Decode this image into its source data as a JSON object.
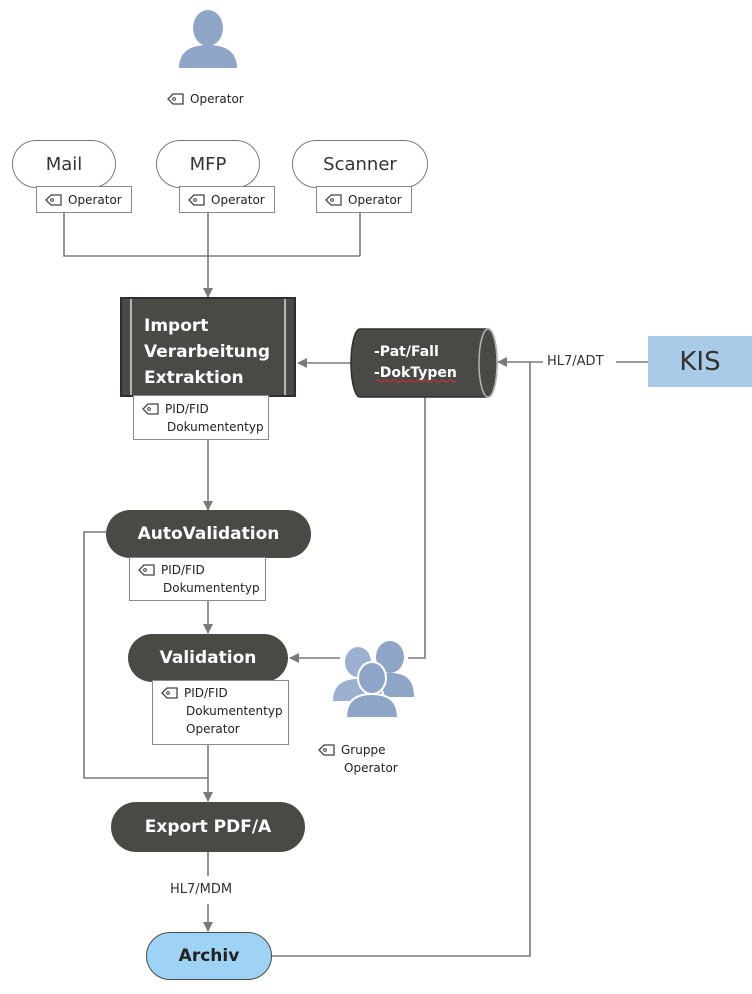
{
  "top_person": {
    "tag": "Operator"
  },
  "sources": [
    {
      "label": "Mail",
      "tag": "Operator"
    },
    {
      "label": "MFP",
      "tag": "Operator"
    },
    {
      "label": "Scanner",
      "tag": "Operator"
    }
  ],
  "import_block": {
    "lines": [
      "Import",
      "Verarbeitung",
      "Extraktion"
    ],
    "tags": [
      "PID/FID",
      "Dokumententyp"
    ]
  },
  "database": {
    "lines": [
      "-Pat/Fall",
      "-DokTypen"
    ]
  },
  "hl7_adt_label": "HL7/ADT",
  "kis_label": "KIS",
  "auto_validation": {
    "label": "AutoValidation",
    "tags": [
      "PID/FID",
      "Dokumententyp"
    ]
  },
  "validation": {
    "label": "Validation",
    "tags": [
      "PID/FID",
      "Dokumententyp",
      "Operator"
    ]
  },
  "group": {
    "tags": [
      "Gruppe",
      "Operator"
    ]
  },
  "export": {
    "label": "Export PDF/A"
  },
  "hl7_mdm_label": "HL7/MDM",
  "archiv_label": "Archiv",
  "colors": {
    "dark_box": "#4a4945",
    "person": "#8fa5c8",
    "kis": "#a9cbe8",
    "archiv": "#9fd3f5",
    "line": "#7a7a7a"
  }
}
